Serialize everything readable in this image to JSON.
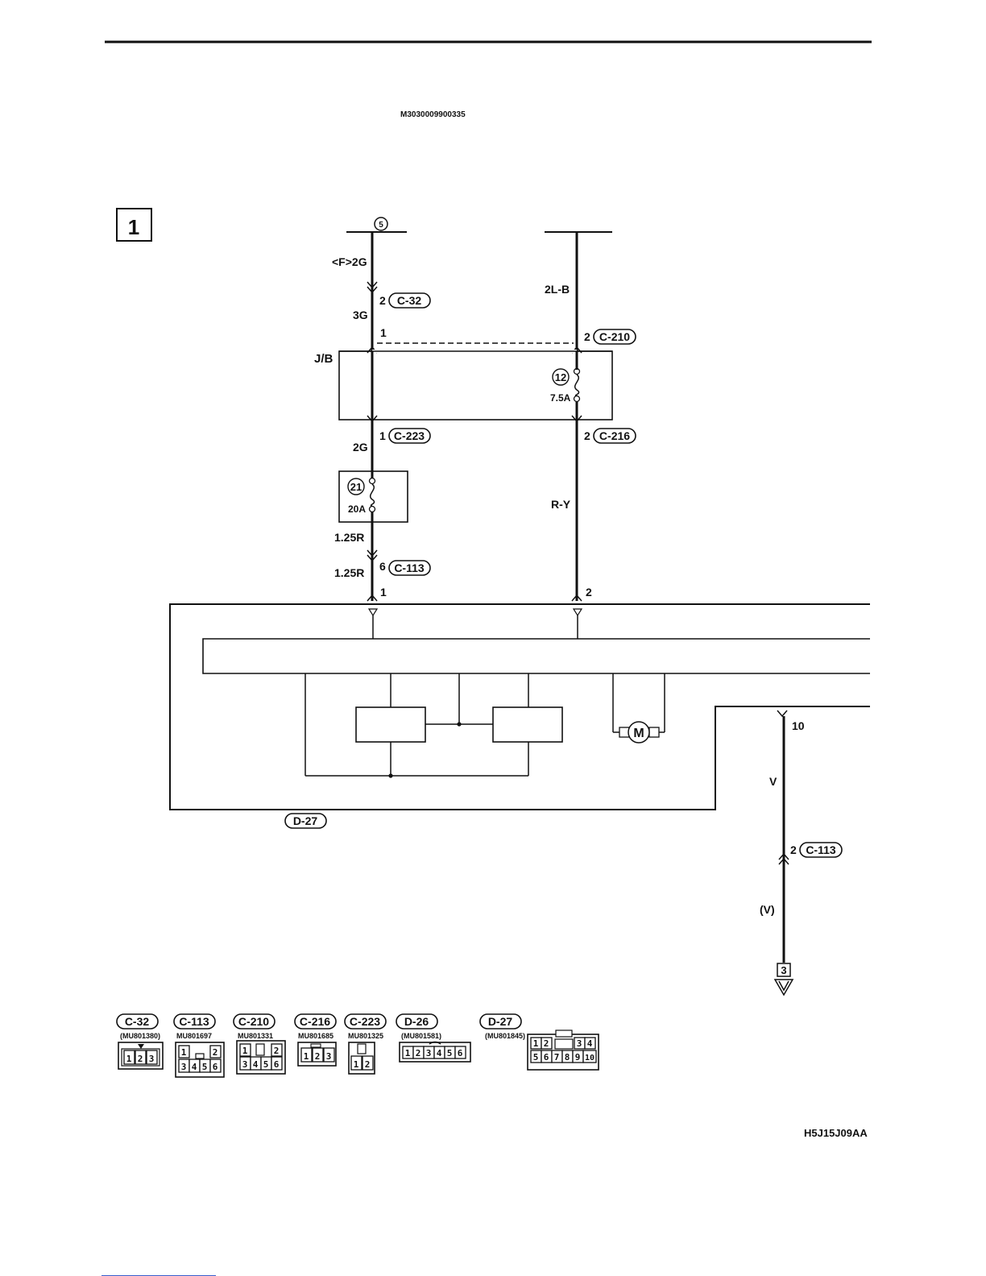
{
  "header": {
    "doc_id": "M3030009900335"
  },
  "page_marker": "1",
  "wires": {
    "ground_symbol": "5",
    "left": {
      "w1": "<F>2G",
      "w2": "3G",
      "w3": "2G",
      "w4": "1.25R",
      "w5": "1.25R",
      "c32_pin": "2",
      "c32": "C-32",
      "jb_pin": "1",
      "c223_pin": "1",
      "c223": "C-223",
      "c113_pin": "6",
      "c113": "C-113",
      "end_pin": "1"
    },
    "right": {
      "w1": "2L-B",
      "w2": "R-Y",
      "c210_pin": "2",
      "c210": "C-210",
      "c216_pin": "2",
      "c216": "C-216",
      "end_pin": "2"
    },
    "lower": {
      "pin_top": "10",
      "w1": "V",
      "w2": "(V)",
      "c113_pin": "2",
      "c113": "C-113",
      "ref": "3"
    }
  },
  "junction_block": {
    "label": "J/B"
  },
  "fuses": [
    {
      "num": "12",
      "rating": "7.5A"
    },
    {
      "num": "21",
      "rating": "20A"
    }
  ],
  "unit": {
    "connector": "D-27",
    "motor_symbol": "M"
  },
  "connectors": [
    {
      "name": "C-32",
      "part": "(MU801380)",
      "pins": [
        "1",
        "2",
        "3"
      ]
    },
    {
      "name": "C-113",
      "part": "MU801697",
      "pins": [
        "1",
        "2",
        "3",
        "4",
        "5",
        "6"
      ]
    },
    {
      "name": "C-210",
      "part": "MU801331",
      "pins": [
        "1",
        "2",
        "3",
        "4",
        "5",
        "6"
      ]
    },
    {
      "name": "C-216",
      "part": "MU801685",
      "pins": [
        "1",
        "2",
        "3"
      ]
    },
    {
      "name": "C-223",
      "part": "MU801325",
      "pins": [
        "1",
        "2"
      ]
    },
    {
      "name": "D-26",
      "part": "(MU801581)",
      "pins": [
        "1",
        "2",
        "3",
        "4",
        "5",
        "6"
      ]
    },
    {
      "name": "D-27",
      "part": "(MU801845)",
      "pins": [
        "1",
        "2",
        "3",
        "4",
        "5",
        "6",
        "7",
        "8",
        "9",
        "10"
      ]
    }
  ],
  "footer": {
    "figure_code": "H5J15J09AA"
  }
}
